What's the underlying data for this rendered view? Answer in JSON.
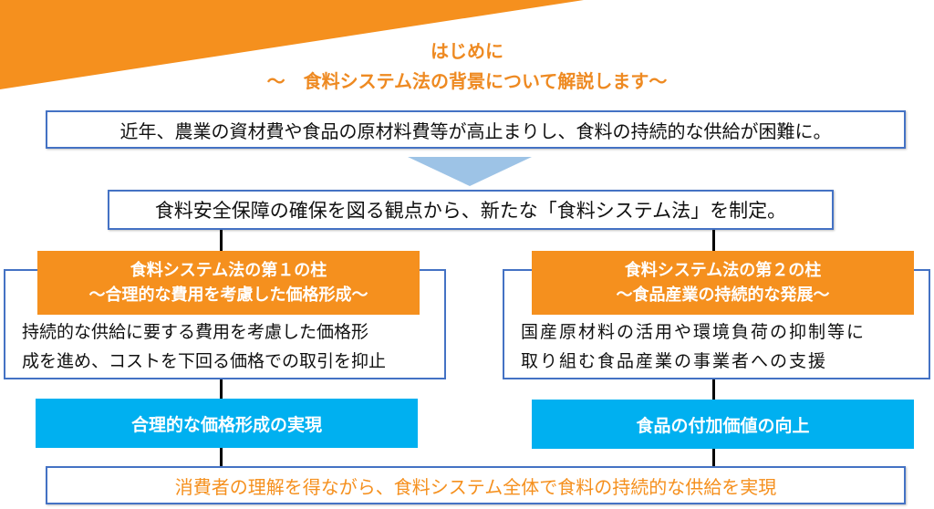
{
  "header": {
    "title_line1": "はじめに",
    "title_line2": "～　食料システム法の背景について解説します～"
  },
  "background_box": "近年、農業の資材費や食品の原材料費等が高止まりし、食料の持続的な供給が困難に。",
  "enactment_box": "食料安全保障の確保を図る観点から、新たな「食料システム法」を制定。",
  "pillars": [
    {
      "title": "食料システム法の第１の柱",
      "subtitle": "～合理的な費用を考慮した価格形成～",
      "body_line1": "持続的な供給に要する費用を考慮した価格形",
      "body_line2": "成を進め、コストを下回る価格での取引を抑止",
      "outcome": "合理的な価格形成の実現"
    },
    {
      "title": "食料システム法の第２の柱",
      "subtitle": "～食品産業の持続的な発展～",
      "body_line1": "国産原材料の活用や環境負荷の抑制等に",
      "body_line2": "取り組む食品産業の事業者への支援",
      "outcome": "食品の付加価値の向上"
    }
  ],
  "conclusion_box": "消費者の理解を得ながら、食料システム全体で食料の持続的な供給を実現",
  "colors": {
    "orange": "#F5901E",
    "blue_border": "#4472C4",
    "cyan": "#00B0F0",
    "arrow": "#9DC3E6"
  }
}
